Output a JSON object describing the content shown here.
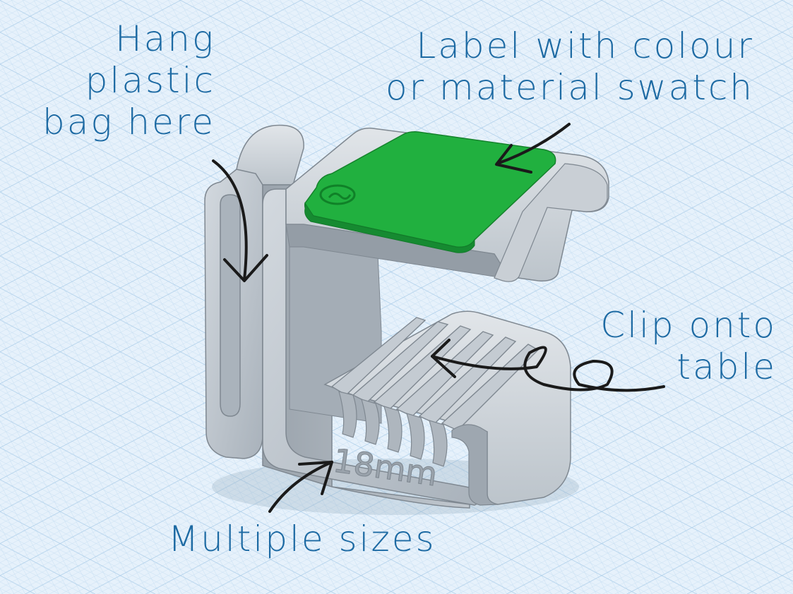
{
  "annotations": {
    "hang": {
      "lines": [
        "Hang",
        "plastic",
        "bag here"
      ]
    },
    "label": {
      "lines": [
        "Label with colour",
        "or material swatch"
      ]
    },
    "clip": {
      "lines": [
        "Clip onto",
        "table"
      ]
    },
    "sizes": {
      "lines": [
        "Multiple sizes"
      ]
    }
  },
  "model": {
    "size_engraving": "18mm",
    "swatch_color": "#21b03f",
    "body_color": "#b7c0c9"
  },
  "colors": {
    "annotation_text": "#1d6aa3",
    "arrow": "#1a1a1a",
    "background": "#e6f1fb",
    "grid": "#b9d6ee"
  }
}
